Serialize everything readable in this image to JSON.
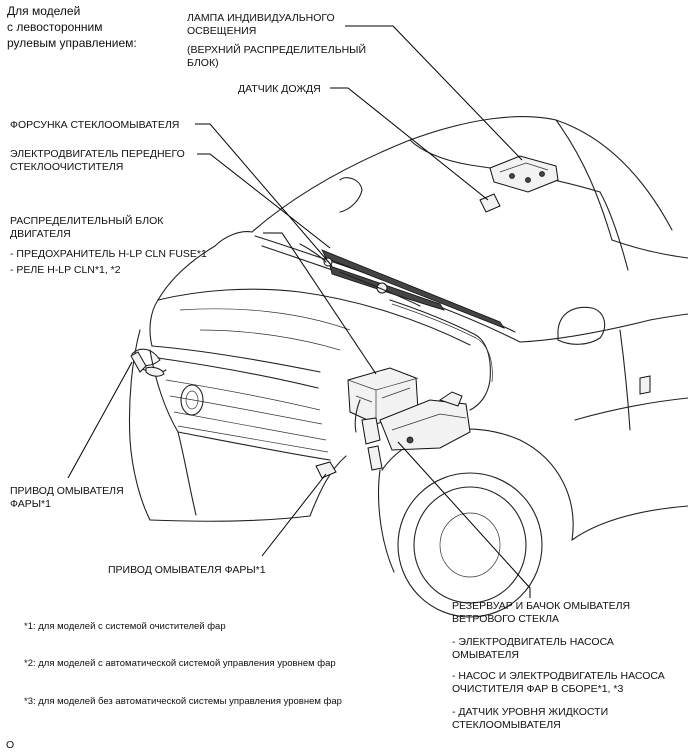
{
  "header": {
    "line1": "Для моделей",
    "line2": "с левосторонним",
    "line3": "рулевым управлением:"
  },
  "labels": {
    "lamp_1": "ЛАМПА ИНДИВИДУАЛЬНОГО",
    "lamp_2": "ОСВЕЩЕНИЯ",
    "lamp_3": "(ВЕРХНИЙ РАСПРЕДЕЛИТЕЛЬНЫЙ",
    "lamp_4": "БЛОК)",
    "rain_sensor": "ДАТЧИК ДОЖДЯ",
    "nozzle": "ФОРСУНКА СТЕКЛООМЫВАТЕЛЯ",
    "wiper_motor_1": "ЭЛЕКТРОДВИГАТЕЛЬ ПЕРЕДНЕГО",
    "wiper_motor_2": "СТЕКЛООЧИСТИТЕЛЯ",
    "engine_block_1": "РАСПРЕДЕЛИТЕЛЬНЫЙ БЛОК",
    "engine_block_2": "ДВИГАТЕЛЯ",
    "engine_block_3": "- ПРЕДОХРАНИТЕЛЬ H-LP CLN FUSE*1",
    "engine_block_4": "- РЕЛЕ H-LP CLN*1, *2",
    "hl_actuator_left_1": "ПРИВОД ОМЫВАТЕЛЯ",
    "hl_actuator_left_2": "ФАРЫ*1",
    "hl_actuator_right": "ПРИВОД ОМЫВАТЕЛЯ ФАРЫ*1",
    "reservoir_1": "РЕЗЕРВУАР И БАЧОК ОМЫВАТЕЛЯ",
    "reservoir_2": "ВЕТРОВОГО СТЕКЛА",
    "reservoir_3": "- ЭЛЕКТРОДВИГАТЕЛЬ НАСОСА",
    "reservoir_4": "ОМЫВАТЕЛЯ",
    "reservoir_5": "- НАСОС И ЭЛЕКТРОДВИГАТЕЛЬ НАСОСА",
    "reservoir_6": "ОЧИСТИТЕЛЯ ФАР В СБОРЕ*1, *3",
    "reservoir_7": "- ДАТЧИК УРОВНЯ ЖИДКОСТИ",
    "reservoir_8": "СТЕКЛООМЫВАТЕЛЯ"
  },
  "footnotes": {
    "n1": "*1: для моделей с системой очистителей фар",
    "n2": "*2: для моделей с автоматической системой управления уровнем фар",
    "n3": "*3: для моделей без автоматической системы управления уровнем фар"
  },
  "corner_code": "O"
}
